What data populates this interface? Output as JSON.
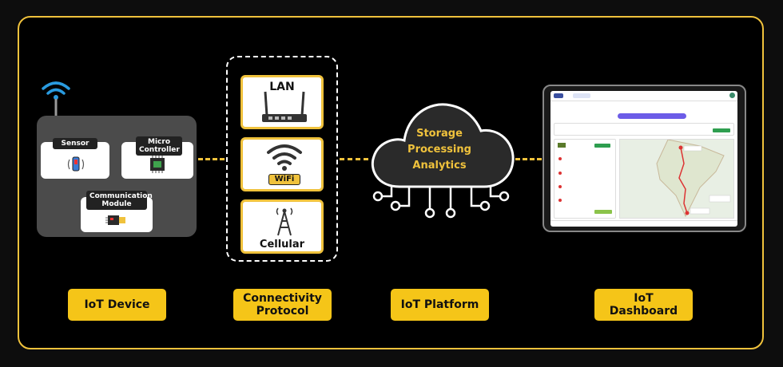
{
  "device": {
    "sensor_label": "Sensor",
    "micro_label_line1": "Micro",
    "micro_label_line2": "Controller",
    "comm_label_line1": "Communication",
    "comm_label_line2": "Module"
  },
  "protocol": {
    "lan": "LAN",
    "wifi": "WiFi",
    "cellular": "Cellular"
  },
  "cloud": {
    "line1": "Storage",
    "line2": "Processing",
    "line3": "Analytics"
  },
  "labels": {
    "device": "IoT Device",
    "protocol_line1": "Connectivity",
    "protocol_line2": "Protocol",
    "platform": "IoT Platform",
    "dashboard": "IoT Dashboard"
  },
  "colors": {
    "accent": "#f0c23c",
    "label_bg": "#f5c518",
    "wifi_blue": "#2a9be0"
  }
}
